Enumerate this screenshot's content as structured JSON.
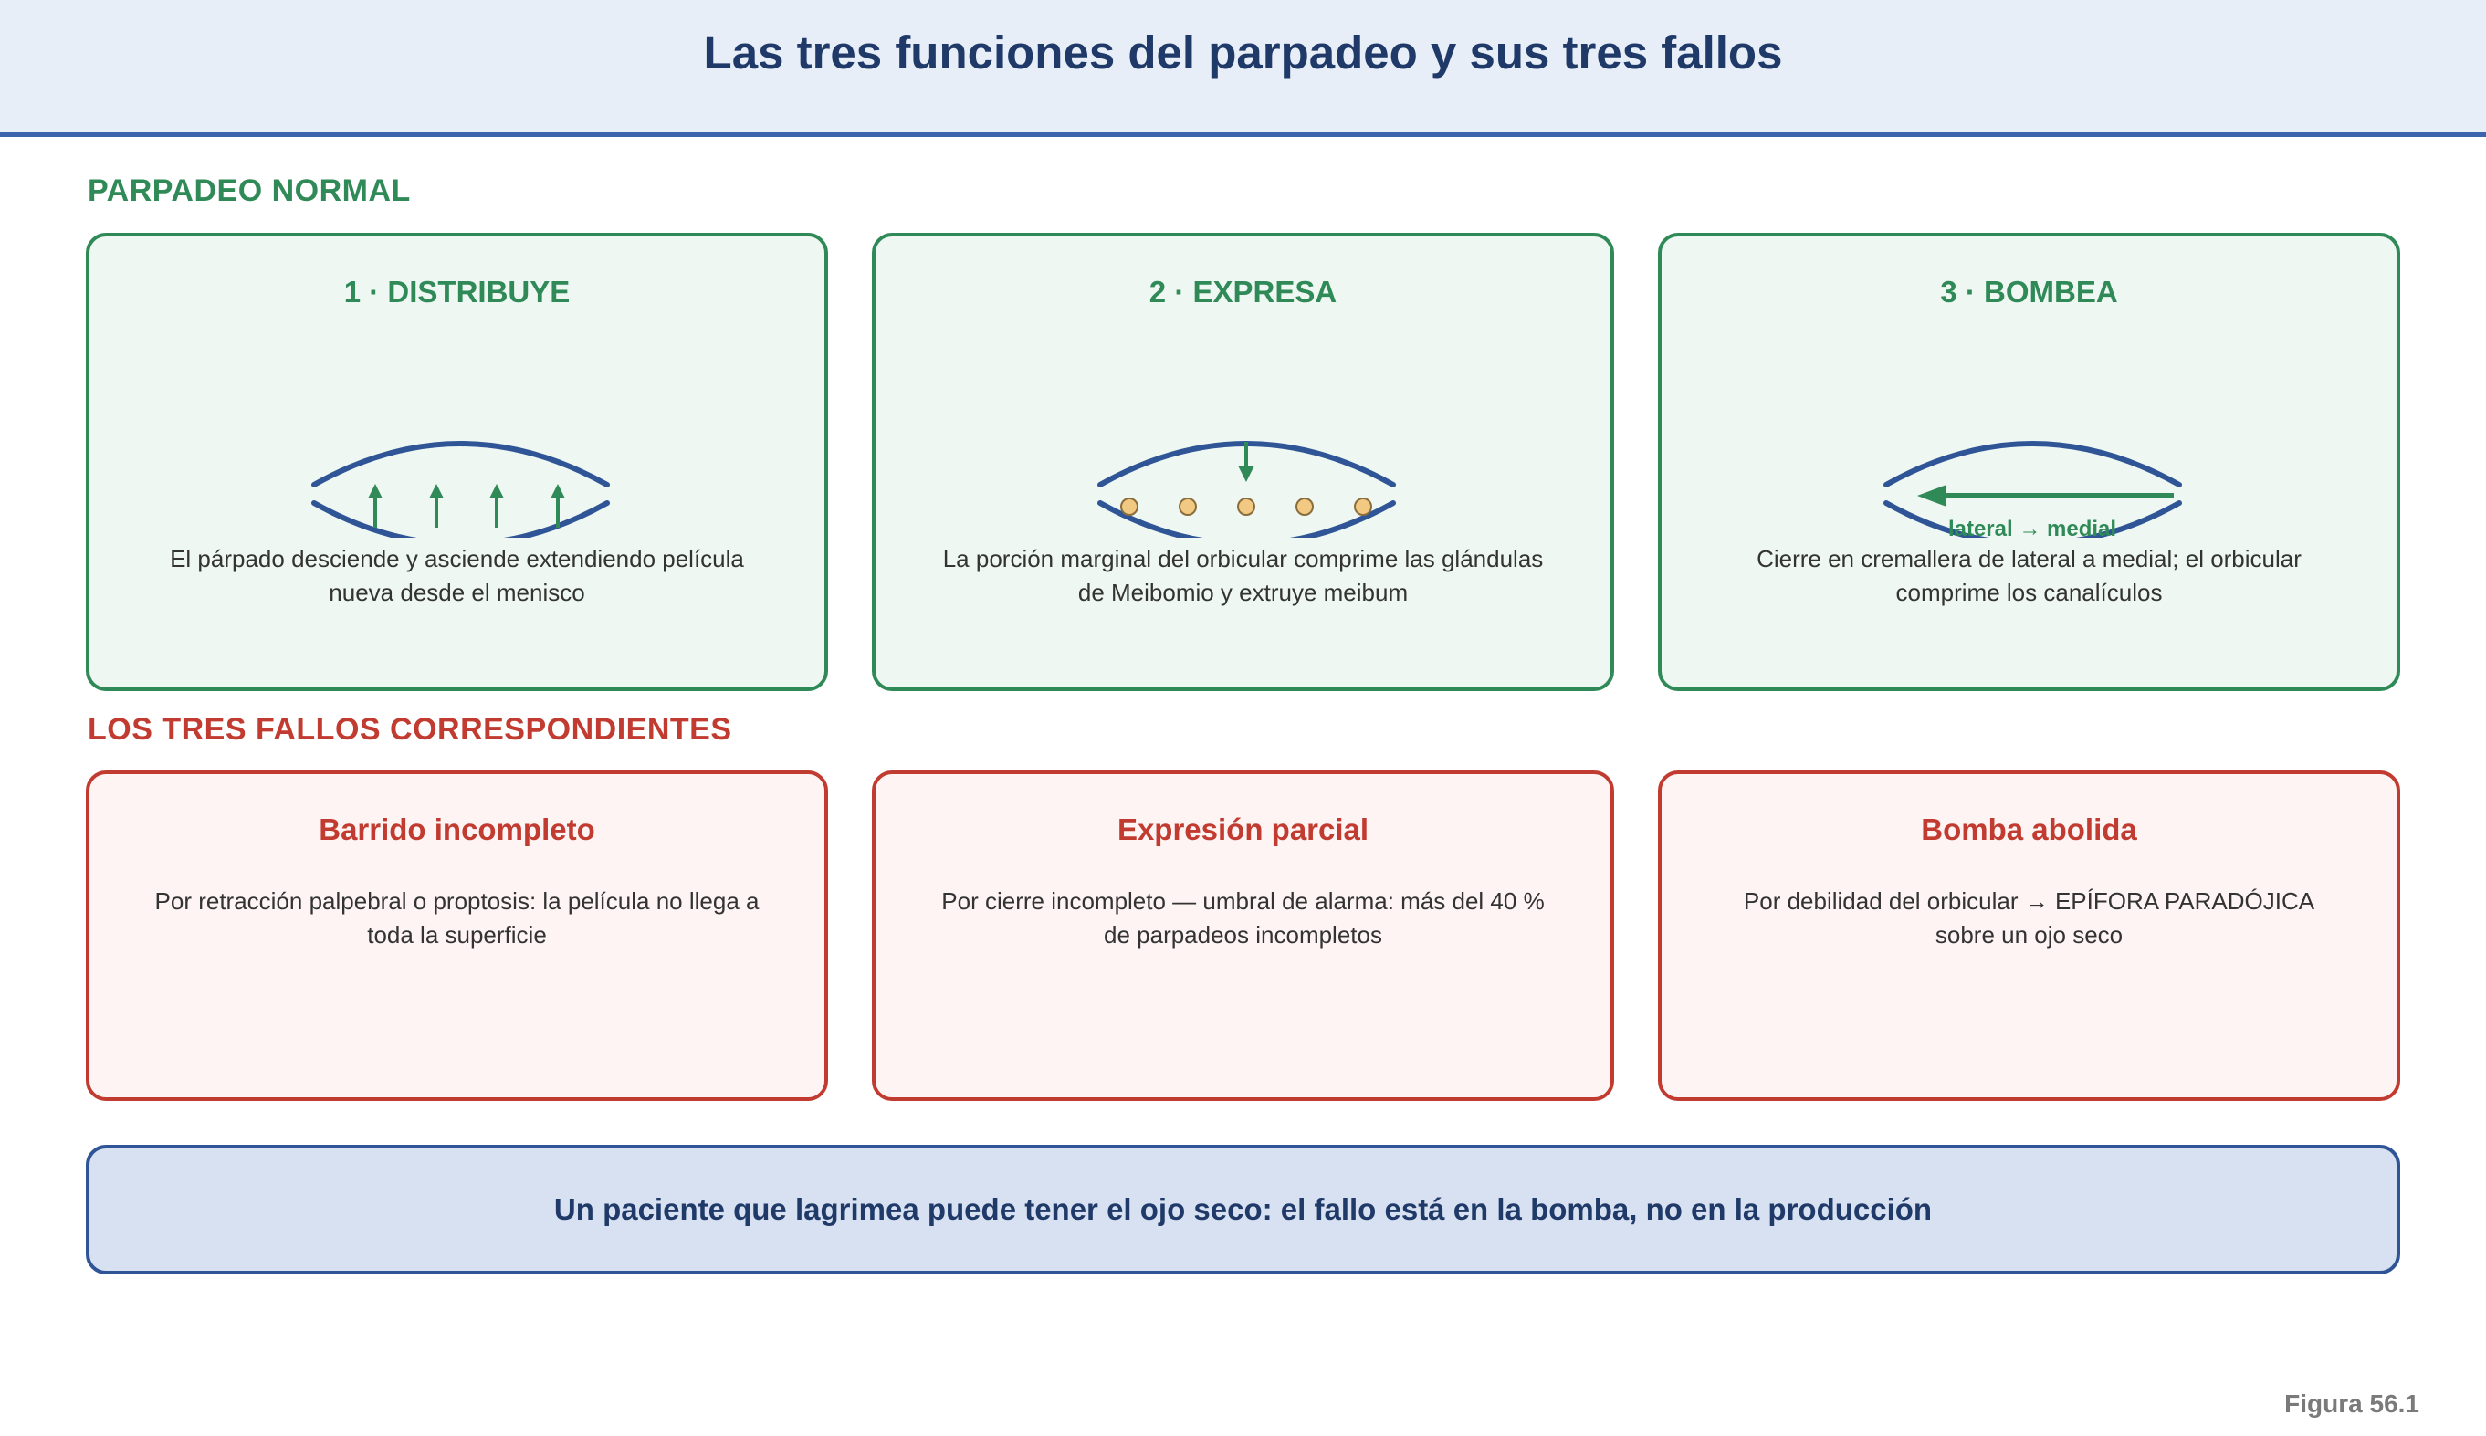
{
  "title": "Las tres funciones del parpadeo y sus tres fallos",
  "sections": {
    "normal": "PARPADEO NORMAL",
    "failures": "LOS TRES FALLOS CORRESPONDIENTES"
  },
  "functions": [
    {
      "title": "1 · DISTRIBUYE",
      "description": "El párpado desciende y asciende extendiendo película nueva desde el menisco",
      "illustration": "upward-arrows-between-lids"
    },
    {
      "title": "2 · EXPRESA",
      "description": "La porción marginal del orbicular comprime las glándulas de Meibomio y extruye meibum",
      "illustration": "downward-arrow-over-meibomian-glands"
    },
    {
      "title": "3 · BOMBEA",
      "description": "Cierre en cremallera de lateral a medial; el orbicular comprime los canalículos",
      "illustration": "lateral-to-medial-arrow",
      "arrow_label": "lateral → medial"
    }
  ],
  "failures": [
    {
      "title": "Barrido incompleto",
      "description": "Por retracción palpebral o proptosis: la película no llega a toda la superficie"
    },
    {
      "title": "Expresión parcial",
      "description": "Por cierre incompleto — umbral de alarma: más del 40 % de parpadeos incompletos"
    },
    {
      "title": "Bomba abolida",
      "description": "Por debilidad del orbicular → EPÍFORA PARADÓJICA sobre un ojo seco"
    }
  ],
  "takeaway": "Un paciente que lagrimea puede tener el ojo seco: el fallo está en la bomba, no en la producción",
  "figure_label": "Figura 56.1",
  "colors": {
    "normal_green": "#2f8a57",
    "failure_red": "#c23b30",
    "lid_blue": "#2f5597",
    "gland_fill": "#f1c982",
    "header_bg": "#e7eef8",
    "takeaway_bg": "#d8e1f1"
  }
}
